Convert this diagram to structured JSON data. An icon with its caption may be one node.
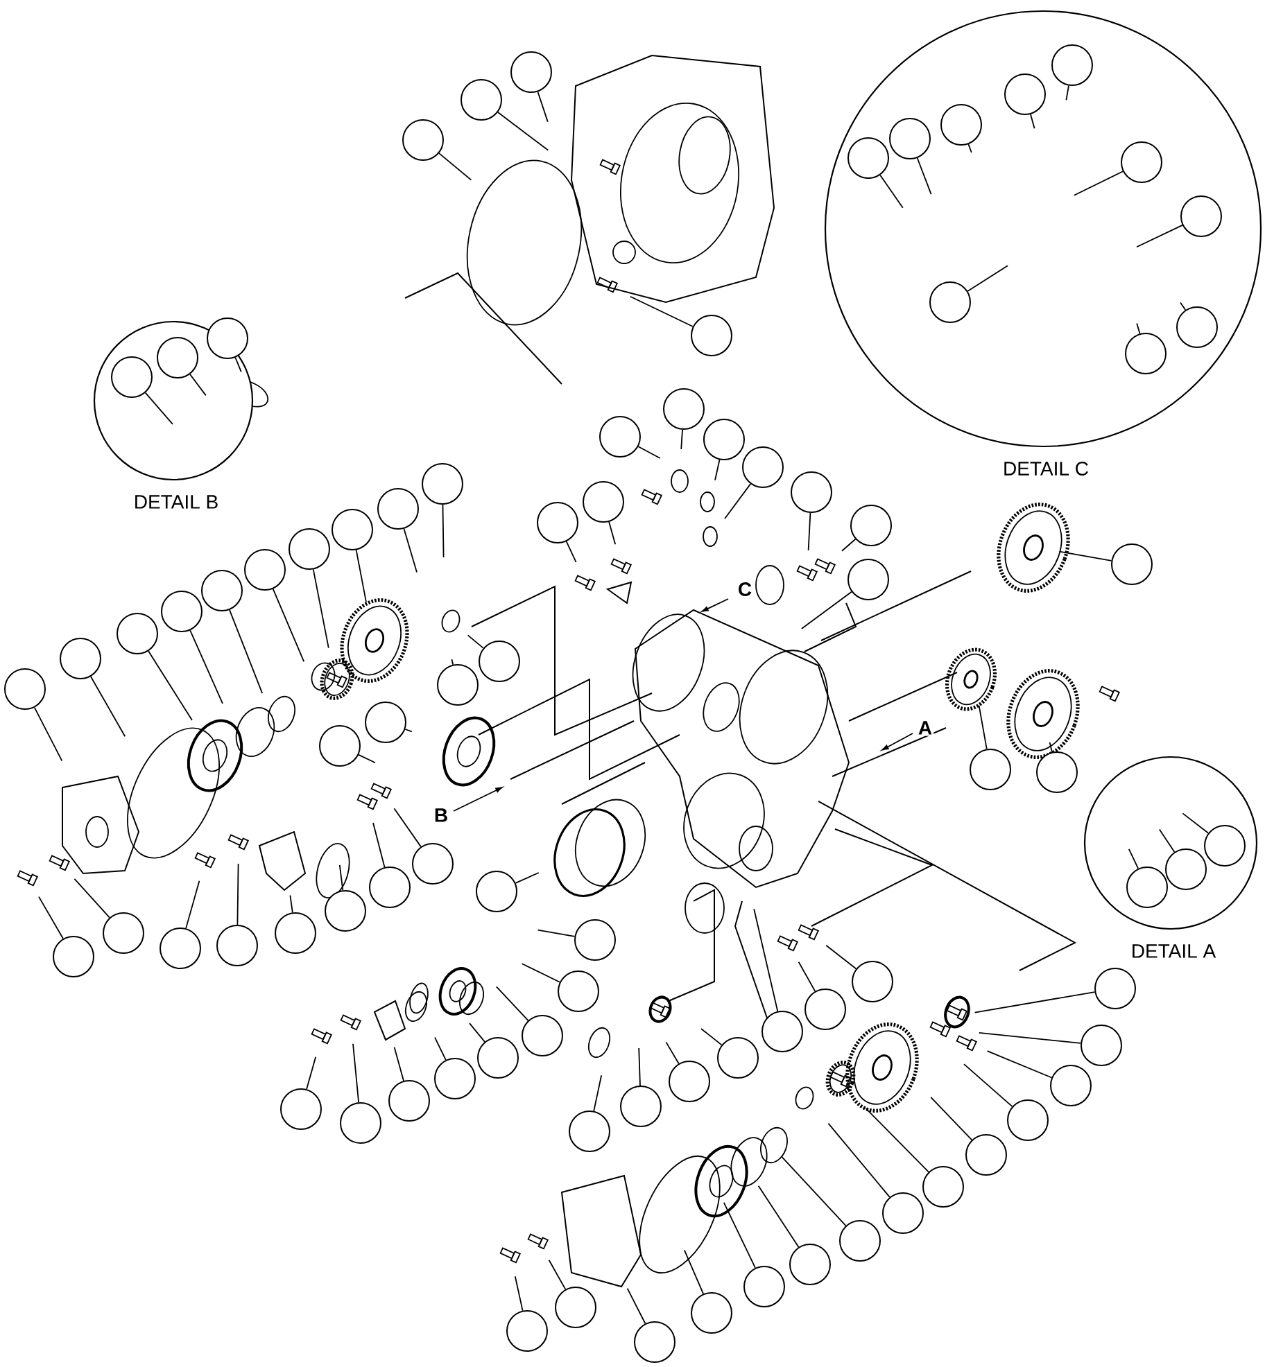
{
  "diagram": {
    "nodes": [
      {
        "text": [],
        "shape": "circle"
      },
      {
        "text": [],
        "shape": "circle"
      },
      {
        "text": [],
        "shape": "circle"
      },
      {
        "text": [],
        "shape": "circle"
      },
      {
        "text": [
          "DETAIL C"
        ]
      },
      {
        "text": [],
        "shape": "circle",
        "in": 4
      },
      {
        "text": [],
        "shape": "circle",
        "in": 4
      },
      {
        "text": [],
        "shape": "circle",
        "in": 4
      },
      {
        "text": [],
        "shape": "circle",
        "in": 4
      },
      {
        "text": [],
        "shape": "circle",
        "in": 4
      },
      {
        "text": [],
        "shape": "circle",
        "in": 4
      },
      {
        "text": [],
        "shape": "circle",
        "in": 4
      },
      {
        "text": [],
        "shape": "circle",
        "in": 4
      },
      {
        "text": [],
        "shape": "circle",
        "in": 4
      },
      {
        "text": [],
        "shape": "circle",
        "in": 4
      },
      {
        "text": [
          "DETAIL B"
        ]
      },
      {
        "text": [],
        "shape": "circle",
        "in": 15
      },
      {
        "text": [],
        "shape": "circle",
        "in": 15
      },
      {
        "text": [],
        "shape": "circle",
        "in": 15
      },
      {
        "text": [],
        "shape": "circle"
      },
      {
        "text": [],
        "shape": "circle"
      },
      {
        "text": [],
        "shape": "circle"
      },
      {
        "text": [],
        "shape": "circle"
      },
      {
        "text": [],
        "shape": "circle"
      },
      {
        "text": [],
        "shape": "circle"
      },
      {
        "text": [],
        "shape": "circle"
      },
      {
        "text": [],
        "shape": "circle"
      },
      {
        "text": [],
        "shape": "circle"
      },
      {
        "text": [],
        "shape": "circle"
      },
      {
        "text": [],
        "shape": "circle"
      },
      {
        "text": [],
        "shape": "circle"
      },
      {
        "text": [],
        "shape": "circle"
      },
      {
        "text": [],
        "shape": "circle"
      },
      {
        "text": [],
        "shape": "circle"
      },
      {
        "text": [],
        "shape": "circle"
      },
      {
        "text": [],
        "shape": "circle"
      },
      {
        "text": [],
        "shape": "circle"
      },
      {
        "text": [],
        "shape": "circle"
      },
      {
        "text": [],
        "shape": "circle"
      },
      {
        "text": [],
        "shape": "circle"
      },
      {
        "text": [],
        "shape": "circle"
      },
      {
        "text": [],
        "shape": "circle"
      },
      {
        "text": [],
        "shape": "circle"
      },
      {
        "text": [],
        "shape": "circle"
      },
      {
        "text": [],
        "shape": "circle"
      },
      {
        "text": [
          "DETAIL A"
        ]
      },
      {
        "text": [],
        "shape": "circle",
        "in": 45
      },
      {
        "text": [],
        "shape": "circle",
        "in": 45
      },
      {
        "text": [],
        "shape": "circle",
        "in": 45
      },
      {
        "text": [],
        "shape": "circle"
      },
      {
        "text": [],
        "shape": "circle"
      },
      {
        "text": [],
        "shape": "circle"
      },
      {
        "text": [],
        "shape": "circle"
      },
      {
        "text": [],
        "shape": "circle"
      },
      {
        "text": [],
        "shape": "circle"
      },
      {
        "text": [],
        "shape": "circle"
      },
      {
        "text": [],
        "shape": "circle"
      },
      {
        "text": [],
        "shape": "circle"
      },
      {
        "text": [],
        "shape": "circle"
      },
      {
        "text": [],
        "shape": "circle"
      },
      {
        "text": [],
        "shape": "circle"
      },
      {
        "text": [],
        "shape": "circle"
      },
      {
        "text": [],
        "shape": "circle"
      },
      {
        "text": [],
        "shape": "circle"
      },
      {
        "text": [],
        "shape": "circle"
      },
      {
        "text": [],
        "shape": "circle"
      },
      {
        "text": [],
        "shape": "circle"
      },
      {
        "text": [],
        "shape": "circle"
      },
      {
        "text": [],
        "shape": "circle"
      },
      {
        "text": [],
        "shape": "circle"
      },
      {
        "text": [],
        "shape": "circle"
      },
      {
        "text": [],
        "shape": "circle"
      },
      {
        "text": [],
        "shape": "circle"
      },
      {
        "text": [],
        "shape": "circle"
      },
      {
        "text": [],
        "shape": "circle"
      },
      {
        "text": [],
        "shape": "circle"
      },
      {
        "text": [],
        "shape": "circle"
      },
      {
        "text": [],
        "shape": "circle"
      },
      {
        "text": [],
        "shape": "circle"
      },
      {
        "text": [],
        "shape": "circle"
      },
      {
        "text": [],
        "shape": "circle"
      },
      {
        "text": [],
        "shape": "circle"
      },
      {
        "text": [],
        "shape": "circle"
      },
      {
        "text": [],
        "shape": "circle"
      },
      {
        "text": [],
        "shape": "circle"
      },
      {
        "text": [],
        "shape": "circle"
      },
      {
        "text": [],
        "shape": "circle"
      }
    ],
    "edges": [
      {
        "from": 0,
        "to": null,
        "arrow": "none"
      },
      {
        "from": 1,
        "to": null,
        "arrow": "none"
      },
      {
        "from": 2,
        "to": null,
        "arrow": "none"
      },
      {
        "from": 3,
        "to": null,
        "arrow": "none"
      },
      {
        "from": 5,
        "to": null,
        "arrow": "none"
      },
      {
        "from": 6,
        "to": null,
        "arrow": "none"
      },
      {
        "from": 7,
        "to": null,
        "arrow": "none"
      },
      {
        "from": 8,
        "to": null,
        "arrow": "none"
      },
      {
        "from": 9,
        "to": null,
        "arrow": "none"
      },
      {
        "from": 10,
        "to": null,
        "arrow": "none"
      },
      {
        "from": 11,
        "to": null,
        "arrow": "none"
      },
      {
        "from": 12,
        "to": null,
        "arrow": "none"
      },
      {
        "from": 13,
        "to": null,
        "arrow": "none"
      },
      {
        "from": 14,
        "to": null,
        "arrow": "none"
      },
      {
        "from": 16,
        "to": null,
        "arrow": "none"
      },
      {
        "from": 17,
        "to": null,
        "arrow": "none"
      },
      {
        "from": 18,
        "to": null,
        "arrow": "none"
      },
      {
        "from": 19,
        "to": null,
        "arrow": "none"
      },
      {
        "from": 20,
        "to": null,
        "arrow": "none"
      },
      {
        "from": 21,
        "to": null,
        "arrow": "none"
      },
      {
        "from": 22,
        "to": null,
        "arrow": "none"
      },
      {
        "from": 23,
        "to": null,
        "arrow": "none"
      },
      {
        "from": 24,
        "to": null,
        "arrow": "none"
      },
      {
        "from": 25,
        "to": null,
        "arrow": "none"
      },
      {
        "from": 26,
        "to": null,
        "arrow": "none"
      },
      {
        "from": 27,
        "to": null,
        "arrow": "none"
      },
      {
        "from": 28,
        "to": null,
        "arrow": "none"
      },
      {
        "from": 29,
        "to": null,
        "arrow": "none"
      },
      {
        "from": 30,
        "to": null,
        "arrow": "none"
      },
      {
        "from": 31,
        "to": null,
        "arrow": "none"
      },
      {
        "from": 32,
        "to": null,
        "arrow": "none"
      },
      {
        "from": 33,
        "to": null,
        "arrow": "none"
      },
      {
        "from": 34,
        "to": null,
        "arrow": "none"
      },
      {
        "from": 35,
        "to": null,
        "arrow": "none"
      },
      {
        "from": 36,
        "to": null,
        "arrow": "none"
      },
      {
        "from": 37,
        "to": null,
        "arrow": "none"
      },
      {
        "from": 38,
        "to": null,
        "arrow": "none"
      },
      {
        "from": 39,
        "to": null,
        "arrow": "none"
      },
      {
        "from": 40,
        "to": null,
        "arrow": "none"
      },
      {
        "from": 41,
        "to": null,
        "arrow": "none"
      },
      {
        "from": 42,
        "to": null,
        "arrow": "none"
      },
      {
        "from": 43,
        "to": null,
        "arrow": "none"
      },
      {
        "from": 44,
        "to": null,
        "arrow": "none"
      },
      {
        "from": 46,
        "to": null,
        "arrow": "none"
      },
      {
        "from": 47,
        "to": null,
        "arrow": "none"
      },
      {
        "from": 48,
        "to": null,
        "arrow": "none"
      },
      {
        "from": 49,
        "to": null,
        "arrow": "none"
      },
      {
        "from": 50,
        "to": null,
        "arrow": "none"
      },
      {
        "from": 51,
        "to": null,
        "arrow": "none"
      },
      {
        "from": 52,
        "to": null,
        "arrow": "none"
      },
      {
        "from": 53,
        "to": null,
        "arrow": "none"
      },
      {
        "from": 54,
        "to": null,
        "arrow": "none"
      },
      {
        "from": 55,
        "to": null,
        "arrow": "none"
      },
      {
        "from": 56,
        "to": null,
        "arrow": "none"
      },
      {
        "from": 57,
        "to": null,
        "arrow": "none"
      },
      {
        "from": 58,
        "to": null,
        "arrow": "none"
      },
      {
        "from": 59,
        "to": null,
        "arrow": "none"
      },
      {
        "from": 60,
        "to": null,
        "arrow": "none"
      },
      {
        "from": 61,
        "to": null,
        "arrow": "none"
      },
      {
        "from": 62,
        "to": null,
        "arrow": "none"
      },
      {
        "from": 63,
        "to": null,
        "arrow": "none"
      },
      {
        "from": 64,
        "to": null,
        "arrow": "none"
      },
      {
        "from": 65,
        "to": null,
        "arrow": "none"
      },
      {
        "from": 66,
        "to": null,
        "arrow": "none"
      },
      {
        "from": 67,
        "to": null,
        "arrow": "none"
      },
      {
        "from": 68,
        "to": null,
        "arrow": "none"
      },
      {
        "from": 69,
        "to": null,
        "arrow": "none"
      },
      {
        "from": 70,
        "to": null,
        "arrow": "none"
      },
      {
        "from": 71,
        "to": null,
        "arrow": "none"
      },
      {
        "from": 72,
        "to": null,
        "arrow": "none"
      },
      {
        "from": 73,
        "to": null,
        "arrow": "none"
      },
      {
        "from": 74,
        "to": null,
        "arrow": "none"
      },
      {
        "from": 75,
        "to": null,
        "arrow": "none"
      },
      {
        "from": 76,
        "to": null,
        "arrow": "none"
      },
      {
        "from": 77,
        "to": null,
        "arrow": "none"
      },
      {
        "from": 78,
        "to": null,
        "arrow": "none"
      },
      {
        "from": 79,
        "to": null,
        "arrow": "none"
      },
      {
        "from": 80,
        "to": null,
        "arrow": "none"
      },
      {
        "from": 81,
        "to": null,
        "arrow": "none"
      },
      {
        "from": 82,
        "to": null,
        "arrow": "none"
      },
      {
        "from": 83,
        "to": null,
        "arrow": "none"
      },
      {
        "from": 84,
        "to": null,
        "arrow": "none"
      },
      {
        "from": 85,
        "to": null,
        "arrow": "none"
      },
      {
        "from": 86,
        "to": null,
        "arrow": "none"
      }
    ],
    "labels": [
      "C",
      "A",
      "B"
    ]
  }
}
